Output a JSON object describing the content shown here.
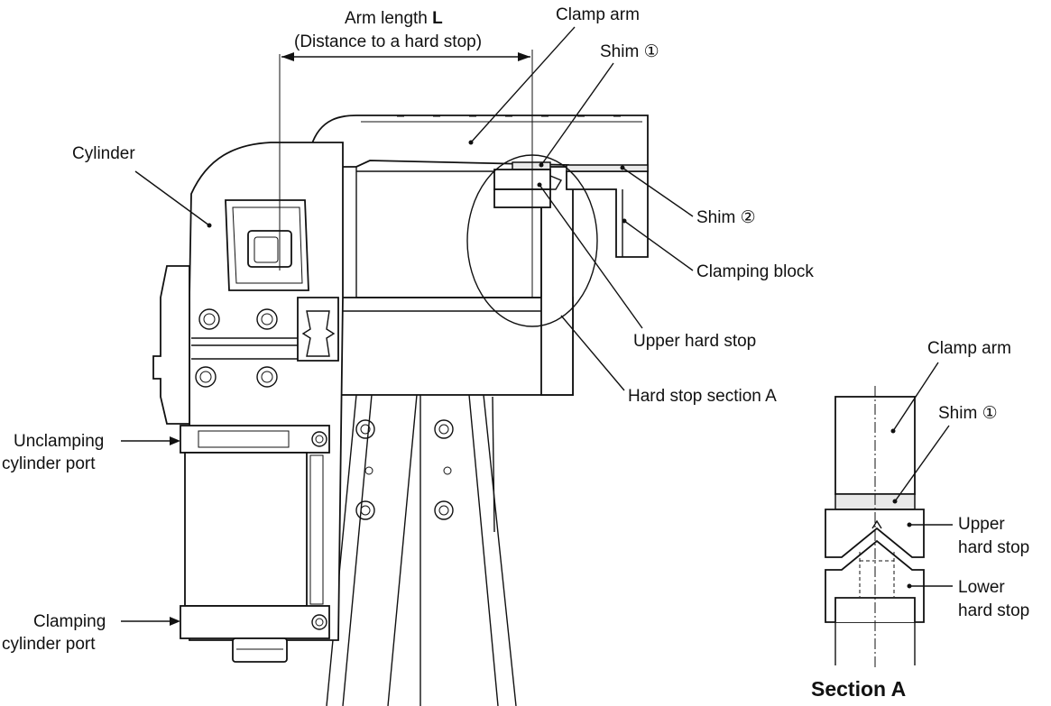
{
  "diagram": {
    "arm_length_prefix": "Arm length ",
    "arm_length_symbol": "L",
    "arm_length_note": "(Distance to a hard stop)",
    "labels": {
      "clamp_arm": "Clamp arm",
      "shim_1": "Shim ①",
      "cylinder": "Cylinder",
      "shim_2": "Shim ②",
      "clamping_block": "Clamping block",
      "upper_hard_stop": "Upper hard stop",
      "hard_stop_section_a": "Hard stop section A",
      "unclamping_port_line1": "Unclamping",
      "unclamping_port_line2": "cylinder port",
      "clamping_port_line1": "Clamping",
      "clamping_port_line2": "cylinder port"
    },
    "section": {
      "title": "Section A",
      "clamp_arm": "Clamp arm",
      "shim_1": "Shim ①",
      "upper_line1": "Upper",
      "upper_line2": "hard stop",
      "lower_line1": "Lower",
      "lower_line2": "hard stop"
    }
  }
}
